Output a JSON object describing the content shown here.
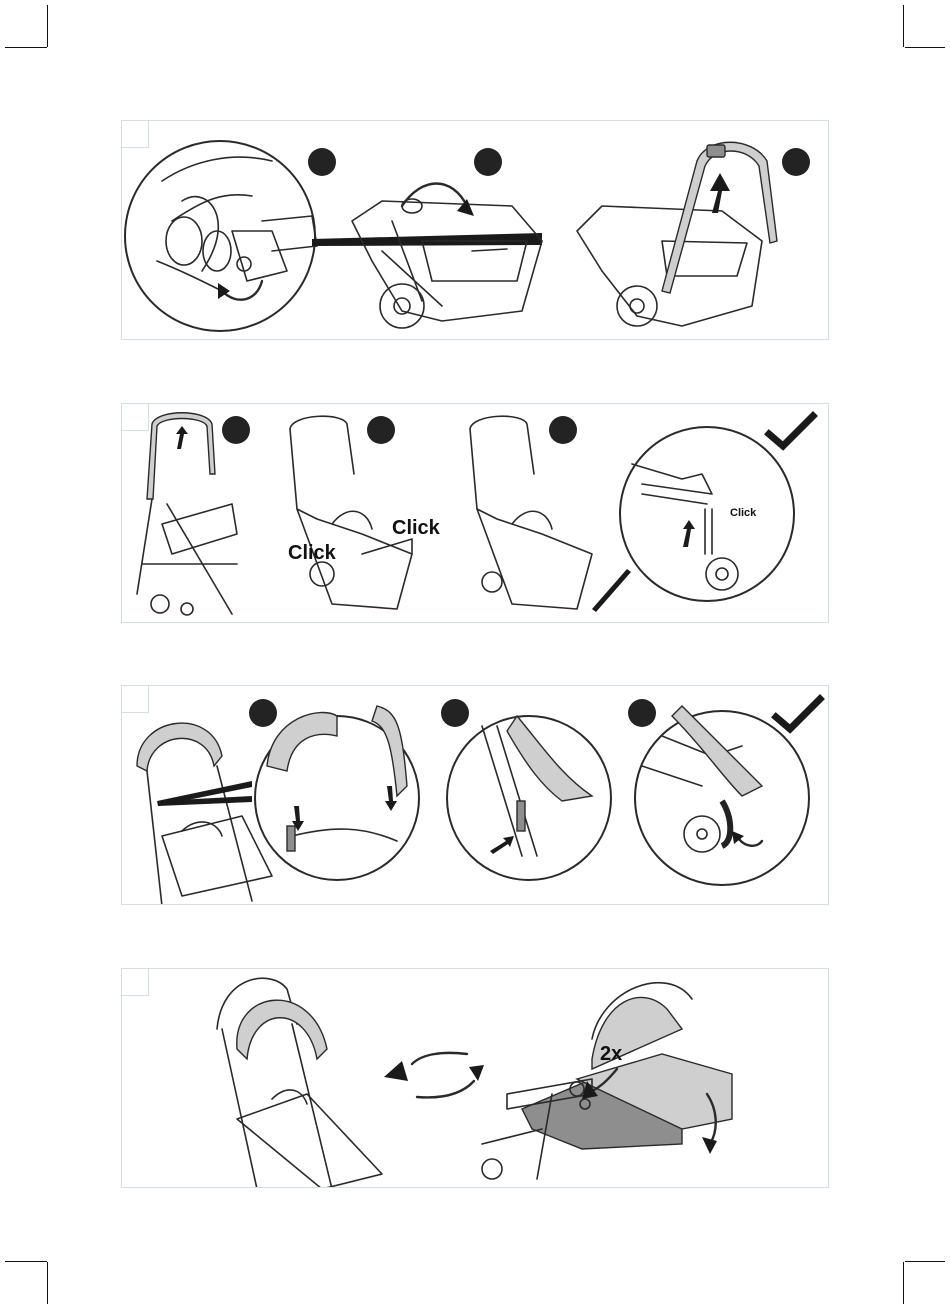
{
  "labels": {
    "click_a": "Click",
    "click_b": "Click",
    "click_c": "Click",
    "repeat_count": "2x"
  },
  "icons": {
    "step_badge": "filled-circle-badge",
    "confirm": "check-mark-icon",
    "arrow": "direction-arrow-icon",
    "rotate": "rotate-arrows-icon"
  },
  "colors": {
    "ink": "#232323",
    "panel_border": "#cfe3d9",
    "fabric_shade": "#8e8e8e"
  }
}
